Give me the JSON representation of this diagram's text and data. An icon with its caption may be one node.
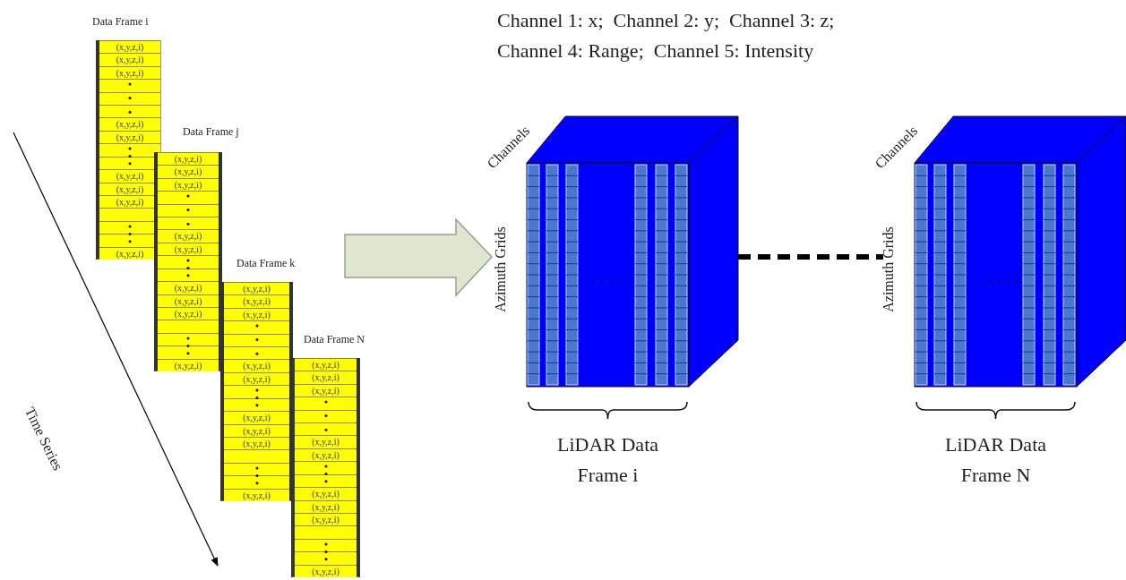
{
  "diagram": {
    "nodes": [
      {
        "text": [
          "Data Frame i",
          "(x,y,z,i)",
          "(x,y,z,i)",
          "(x,y,z,i)",
          "(x,y,z,i)",
          "(x,y,z,i)",
          "(x,y,z,i)",
          "(x,y,z,i)",
          "(x,y,z,i)",
          "(x,y,z,i)"
        ]
      },
      {
        "text": [
          "Data Frame j",
          "(x,y,z,i)",
          "(x,y,z,i)",
          "(x,y,z,i)",
          "(x,y,z,i)",
          "(x,y,z,i)",
          "(x,y,z,i)",
          "(x,y,z,i)",
          "(x,y,z,i)",
          "(x,y,z,i)"
        ]
      },
      {
        "text": [
          "Data Frame k",
          "(x,y,z,i)",
          "(x,y,z,i)",
          "(x,y,z,i)",
          "(x,y,z,i)",
          "(x,y,z,i)",
          "(x,y,z,i)",
          "(x,y,z,i)",
          "(x,y,z,i)",
          "(x,y,z,i)"
        ]
      },
      {
        "text": [
          "Data Frame N",
          "(x,y,z,i)",
          "(x,y,z,i)",
          "(x,y,z,i)",
          "(x,y,z,i)",
          "(x,y,z,i)",
          "(x,y,z,i)",
          "(x,y,z,i)",
          "(x,y,z,i)",
          "(x,y,z,i)"
        ]
      },
      {
        "text": [
          "LiDAR Data Frame i"
        ],
        "beside": [
          "Channels",
          "Azimuth Grids"
        ]
      },
      {
        "text": [
          "LiDAR Data Frame N"
        ],
        "beside": [
          "Channels",
          "Azimuth Grids"
        ]
      }
    ],
    "edges": [
      {
        "from": null,
        "to": 4,
        "arrow": "to"
      },
      {
        "from": 4,
        "to": 5,
        "arrow": "none",
        "style": "dashed"
      }
    ],
    "labels": [
      "Channel 1: x;  Channel 2: y;  Channel 3: z; Channel 4: Range;  Channel 5: Intensity",
      "Time Series"
    ]
  }
}
